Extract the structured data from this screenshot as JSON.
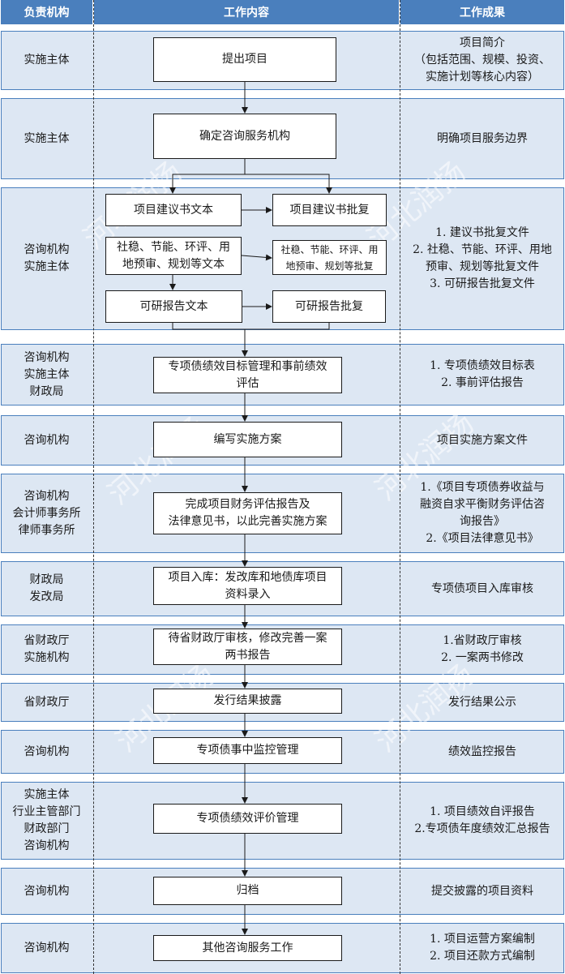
{
  "headers": {
    "dept": "负责机构",
    "content": "工作内容",
    "result": "工作成果"
  },
  "rows": [
    {
      "dept": "实施主体",
      "result": "项目简介\n（包括范围、规模、投资、\n实施计划等核心内容）"
    },
    {
      "dept": "实施主体",
      "result": "明确项目服务边界"
    },
    {
      "dept": "咨询机构\n实施主体",
      "result": "1. 建议书批复文件\n2. 社稳、节能、环评、用地\n预审、规划等批复文件\n3. 可研报告批复文件"
    },
    {
      "dept": "咨询机构\n实施主体\n财政局",
      "result": "1. 专项债绩效目标表\n2. 事前评估报告"
    },
    {
      "dept": "咨询机构",
      "result": "项目实施方案文件"
    },
    {
      "dept": "咨询机构\n会计师事务所\n律师事务所",
      "result": "1.《项目专项债券收益与\n融资自求平衡财务评估咨\n询报告》\n2.《项目法律意见书》"
    },
    {
      "dept": "财政局\n发改局",
      "result": "专项债项目入库审核"
    },
    {
      "dept": "省财政厅\n实施机构",
      "result": "1.省财政厅审核\n2. 一案两书修改"
    },
    {
      "dept": "省财政厅",
      "result": "发行结果公示"
    },
    {
      "dept": "咨询机构",
      "result": "绩效监控报告"
    },
    {
      "dept": "实施主体\n行业主管部门\n财政部门\n咨询机构",
      "result": "1. 项目绩效自评报告\n2.专项债年度绩效汇总报告"
    },
    {
      "dept": "咨询机构",
      "result": "提交披露的项目资料"
    },
    {
      "dept": "咨询机构",
      "result": "1. 项目运营方案编制\n2. 项目还款方式编制"
    }
  ],
  "boxes": {
    "b1": "提出项目",
    "b2": "确定咨询服务机构",
    "b3a": "项目建议书文本",
    "b3b": "项目建议书批复",
    "b3c": "社稳、节能、环评、用\n地预审、规划等文本",
    "b3d": "社稳、节能、环评、用\n地预审、规划等批复",
    "b3e": "可研报告文本",
    "b3f": "可研报告批复",
    "b4": "专项债绩效目标管理和事前绩效\n评估",
    "b5": "编写实施方案",
    "b6": "完成项目财务评估报告及\n法律意见书，以此完善实施方案",
    "b7": "项目入库：发改库和地债库项目\n资料录入",
    "b8": "待省财政厅审核，修改完善一案\n两书报告",
    "b9": "发行结果披露",
    "b10": "专项债事中监控管理",
    "b11": "专项债绩效评价管理",
    "b12": "归档",
    "b13": "其他咨询服务工作"
  },
  "watermark": "河北润扬",
  "colors": {
    "header": "#4a7fbd",
    "band": "#dde7f3"
  }
}
